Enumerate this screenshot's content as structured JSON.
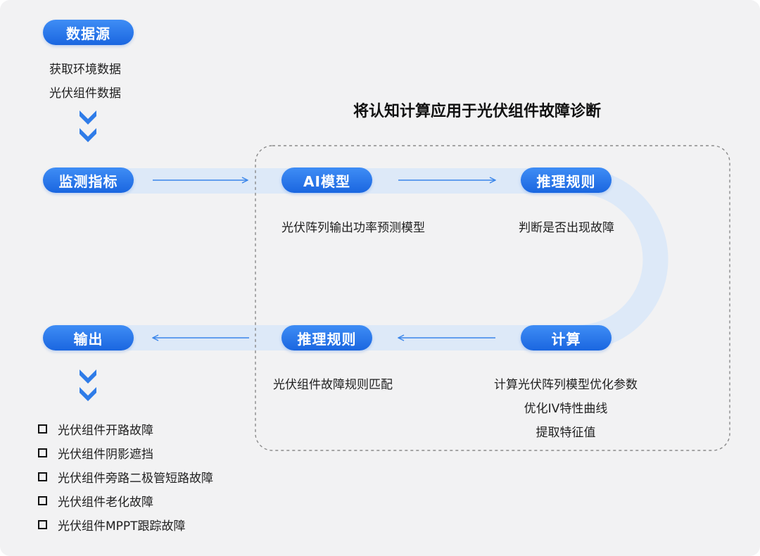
{
  "title": "将认知计算应用于光伏组件故障诊断",
  "nodes": {
    "datasource": "数据源",
    "monitor": "监测指标",
    "ai_model": "AI模型",
    "inference_top": "推理规则",
    "compute": "计算",
    "inference_bottom": "推理规则",
    "output": "输出"
  },
  "descriptions": {
    "datasource": [
      "获取环境数据",
      "光伏组件数据"
    ],
    "ai_model": "光伏阵列输出功率预测模型",
    "inference_top": "判断是否出现故障",
    "compute": [
      "计算光伏阵列模型优化参数",
      "优化IV特性曲线",
      "提取特征值"
    ],
    "inference_bottom": "光伏组件故障规则匹配"
  },
  "outputs": [
    "光伏组件开路故障",
    "光伏组件阴影遮挡",
    "光伏组件旁路二极管短路故障",
    "光伏组件老化故障",
    "光伏组件MPPT跟踪故障"
  ],
  "colors": {
    "accent": "#1a66e0",
    "band": "#dde9f8",
    "arrow": "#3a86ea",
    "chevron": "#2f7ce8",
    "dashed_border": "#8a8a8a"
  },
  "icons": {
    "down_chevrons": "double-chevron-down-icon",
    "flow_arrow": "arrow-icon",
    "checkbox": "checkbox-icon"
  }
}
